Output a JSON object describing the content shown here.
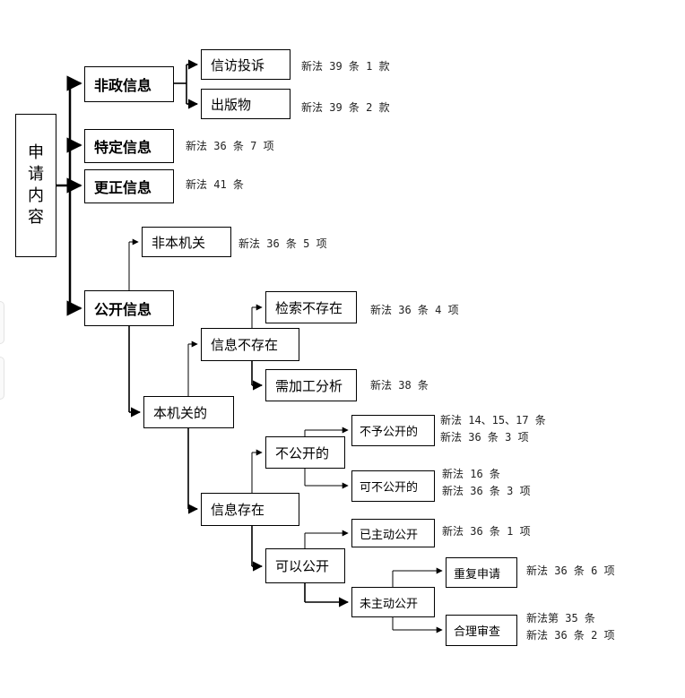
{
  "root": {
    "chars": [
      "申",
      "请",
      "内",
      "容"
    ]
  },
  "nodes": {
    "feizheng": "非政信息",
    "xinfang": "信访投诉",
    "chuban": "出版物",
    "teding": "特定信息",
    "gengzheng": "更正信息",
    "gongkai": "公开信息",
    "feibenjiguan": "非本机关",
    "benjiguan": "本机关的",
    "buczai": "信息不存在",
    "jiansuo": "检索不存在",
    "xujiagong": "需加工分析",
    "cunzai": "信息存在",
    "bugongkaide": "不公开的",
    "buyu": "不予公开的",
    "kebu": "可不公开的",
    "keyi": "可以公开",
    "yizhudong": "已主动公开",
    "weizhudong": "未主动公开",
    "chongfu": "重复申请",
    "heli": "合理审查"
  },
  "notes": {
    "xinfang": "新法 39 条 1 款",
    "chuban": "新法 39 条 2 款",
    "teding": "新法 36 条 7 项",
    "gengzheng": "新法 41 条",
    "feibenjiguan": "新法 36 条 5 项",
    "jiansuo": "新法 36 条 4 项",
    "xujiagong": "新法 38 条",
    "buyu_1": "新法 14、15、17 条",
    "buyu_2": "新法 36 条 3 项",
    "kebu_1": "新法 16 条",
    "kebu_2": "新法 36 条 3 项",
    "yizhudong": "新法 36 条 1 项",
    "chongfu": "新法 36 条 6 项",
    "heli_1": "新法第 35 条",
    "heli_2": "新法 36 条 2 项"
  }
}
